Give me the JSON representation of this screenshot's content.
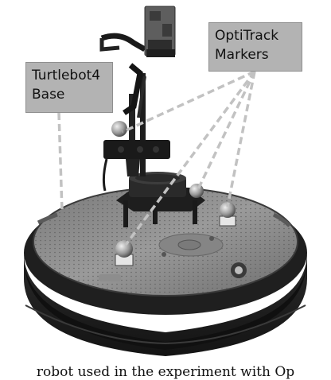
{
  "figure": {
    "callouts": {
      "base": {
        "line1": "Turtlebot4",
        "line2": "Base"
      },
      "markers": {
        "line1": "OptiTrack",
        "line2": "Markers"
      }
    },
    "caption": "robot used in the experiment with Op"
  },
  "colors": {
    "callout_bg": "#b3b3b3",
    "leader_dash": "#b8b8b8",
    "robot_dark": "#1c1c1c",
    "top_plate": "#8a8a8a"
  }
}
